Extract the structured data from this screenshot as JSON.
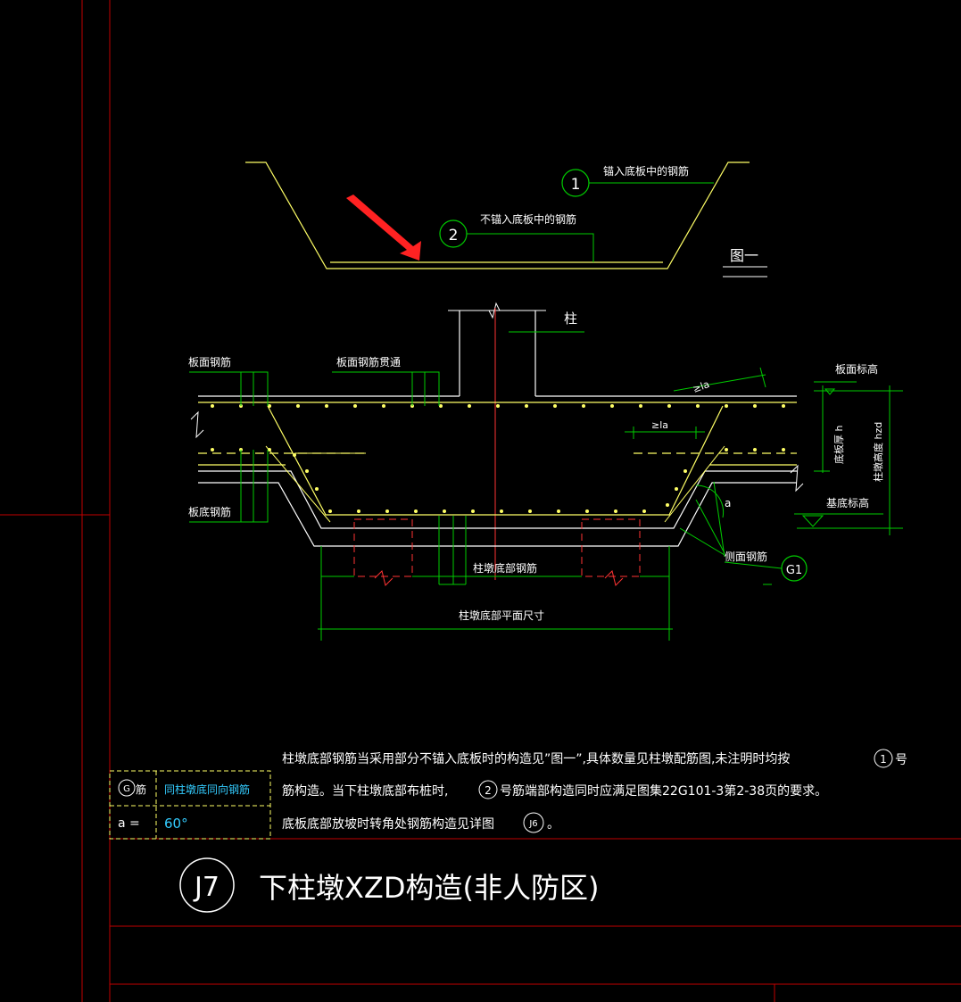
{
  "figure1": {
    "bar1_label": "锚入底板中的钢筋",
    "bar1_num": "1",
    "bar2_label": "不锚入底板中的钢筋",
    "bar2_num": "2",
    "fig_title": "图一"
  },
  "section": {
    "column": "柱",
    "top_slab_bar_left": "板面钢筋",
    "top_slab_bar_through": "板面钢筋贯通",
    "bottom_slab_bar": "板底钢筋",
    "slab_top_level": "板面标高",
    "slab_thickness": "底板厚 h",
    "pier_height": "柱墩高度 hzd",
    "base_bottom_level": "基底标高",
    "anchor_la_top": "≥la",
    "anchor_la_mid": "≥la",
    "angle": "a",
    "side_bar": "侧面钢筋",
    "side_bar_code": "G1",
    "pier_bottom_bar": "柱墩底部钢筋",
    "pier_plan_size": "柱墩底部平面尺寸"
  },
  "notes": {
    "line1": "柱墩底部钢筋当采用部分不锚入底板时的构造见”图一”,具体数量见柱墩配筋图,未注明时均按",
    "line1_tail_num": "1",
    "line1_tail": "号",
    "line2_a": "筋构造。当下柱墩底部布桩时,",
    "line2_num": "2",
    "line2_b": "号筋端部构造同时应满足图集22G101-3第2-38页的要求。",
    "line3_a": "底板底部放坡时转角处钢筋构造见详图",
    "line3_ref": "J6",
    "line3_b": "。"
  },
  "legend": {
    "row1_key_num": "G",
    "row1_key": "筋",
    "row1_value": "同柱墩底同向钢筋",
    "row2_key": "a =",
    "row2_value": "60°"
  },
  "title_block": {
    "code": "J7",
    "title": "下柱墩XZD构造(非人防区)"
  },
  "colors": {
    "background": "#000000",
    "frame": "#cc0000",
    "concrete_outline": "#ffff66",
    "rebar_green": "#00cc00",
    "text_white": "#ffffff",
    "legend_cyan": "#33ccff",
    "hidden_red": "#ff3333",
    "arrow": "#ff2222"
  }
}
